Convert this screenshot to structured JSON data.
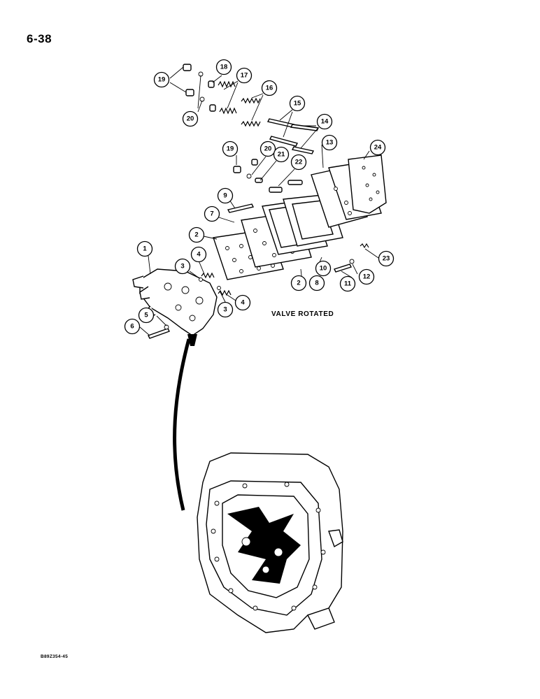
{
  "page": {
    "page_number": "6-38",
    "caption": "VALVE ROTATED",
    "figure_code": "B89Z354-45"
  },
  "callouts": {
    "c1": "1",
    "c2a": "2",
    "c2b": "2",
    "c3a": "3",
    "c3b": "3",
    "c4a": "4",
    "c4b": "4",
    "c5": "5",
    "c6": "6",
    "c7": "7",
    "c8": "8",
    "c9": "9",
    "c10": "10",
    "c11": "11",
    "c12": "12",
    "c13": "13",
    "c14": "14",
    "c15": "15",
    "c16": "16",
    "c17": "17",
    "c18": "18",
    "c19a": "19",
    "c19b": "19",
    "c20a": "20",
    "c20b": "20",
    "c21": "21",
    "c22": "22",
    "c23": "23",
    "c24": "24"
  }
}
